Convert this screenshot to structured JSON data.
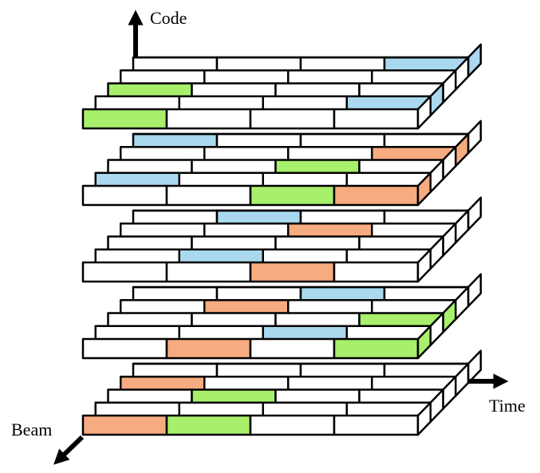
{
  "axes": {
    "code_label": "Code",
    "time_label": "Time",
    "beam_label": "Beam"
  },
  "grid": {
    "time_slots": 4,
    "code_rows": 5
  },
  "colors": {
    "green": "#a8ef6c",
    "blue": "#a9d8ef",
    "orange": "#f7ab80",
    "empty": "#ffffff",
    "stroke": "#000000"
  },
  "layers": [
    {
      "name": "layer-1",
      "cells": [
        {
          "row": 0,
          "col": 3,
          "color": "blue"
        },
        {
          "row": 2,
          "col": 0,
          "color": "green"
        },
        {
          "row": 3,
          "col": 3,
          "color": "blue"
        },
        {
          "row": 4,
          "col": 0,
          "color": "green"
        }
      ]
    },
    {
      "name": "layer-2",
      "cells": [
        {
          "row": 0,
          "col": 0,
          "color": "blue"
        },
        {
          "row": 1,
          "col": 3,
          "color": "orange"
        },
        {
          "row": 2,
          "col": 2,
          "color": "green"
        },
        {
          "row": 3,
          "col": 0,
          "color": "blue"
        },
        {
          "row": 4,
          "col": 2,
          "color": "green"
        },
        {
          "row": 4,
          "col": 3,
          "color": "orange"
        }
      ]
    },
    {
      "name": "layer-3",
      "cells": [
        {
          "row": 0,
          "col": 1,
          "color": "blue"
        },
        {
          "row": 1,
          "col": 2,
          "color": "orange"
        },
        {
          "row": 3,
          "col": 1,
          "color": "blue"
        },
        {
          "row": 4,
          "col": 2,
          "color": "orange"
        }
      ]
    },
    {
      "name": "layer-4",
      "cells": [
        {
          "row": 0,
          "col": 2,
          "color": "blue"
        },
        {
          "row": 1,
          "col": 1,
          "color": "orange"
        },
        {
          "row": 2,
          "col": 3,
          "color": "green"
        },
        {
          "row": 3,
          "col": 2,
          "color": "blue"
        },
        {
          "row": 4,
          "col": 1,
          "color": "orange"
        },
        {
          "row": 4,
          "col": 3,
          "color": "green"
        }
      ]
    },
    {
      "name": "layer-5",
      "cells": [
        {
          "row": 1,
          "col": 0,
          "color": "orange"
        },
        {
          "row": 2,
          "col": 1,
          "color": "green"
        },
        {
          "row": 4,
          "col": 0,
          "color": "orange"
        },
        {
          "row": 4,
          "col": 1,
          "color": "green"
        }
      ]
    }
  ]
}
